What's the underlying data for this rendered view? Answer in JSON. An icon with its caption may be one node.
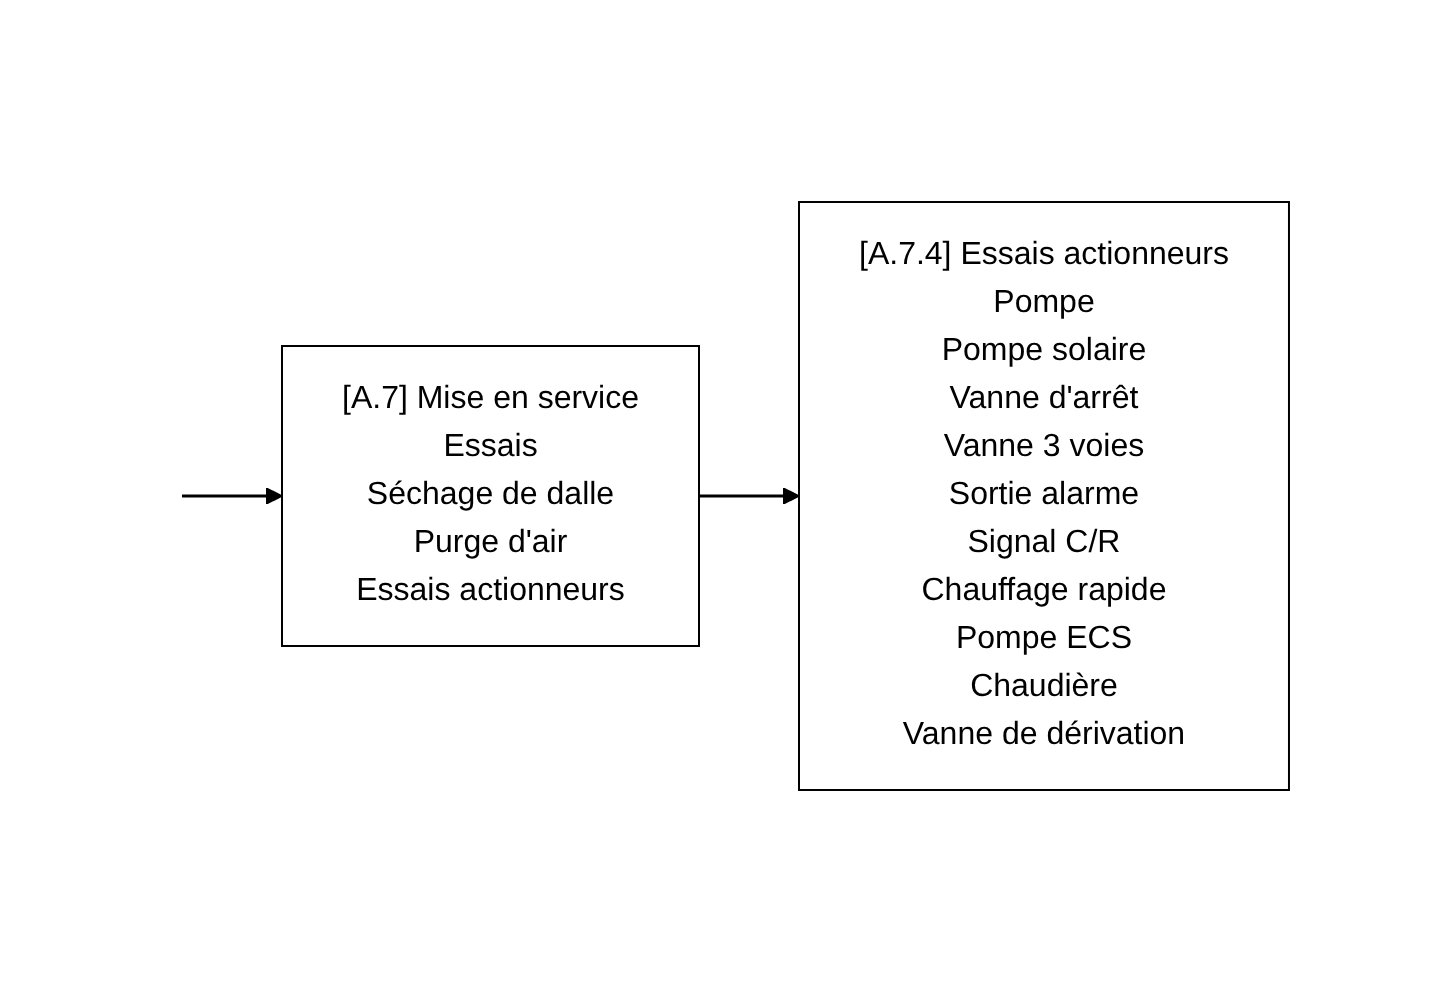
{
  "diagram": {
    "nodes": [
      {
        "text": [
          "[A.7] Mise en service",
          "Essais",
          "Séchage de dalle",
          "Purge d'air",
          "Essais actionneurs"
        ]
      },
      {
        "text": [
          "[A.7.4] Essais actionneurs",
          "Pompe",
          "Pompe solaire",
          "Vanne d'arrêt",
          "Vanne 3 voies",
          "Sortie alarme",
          "Signal C/R",
          "Chauffage rapide",
          "Pompe ECS",
          "Chaudière",
          "Vanne de dérivation"
        ]
      }
    ],
    "edges": [
      {
        "from": null,
        "to": 0,
        "arrow": "to"
      },
      {
        "from": 0,
        "to": 1,
        "arrow": "to"
      }
    ]
  }
}
